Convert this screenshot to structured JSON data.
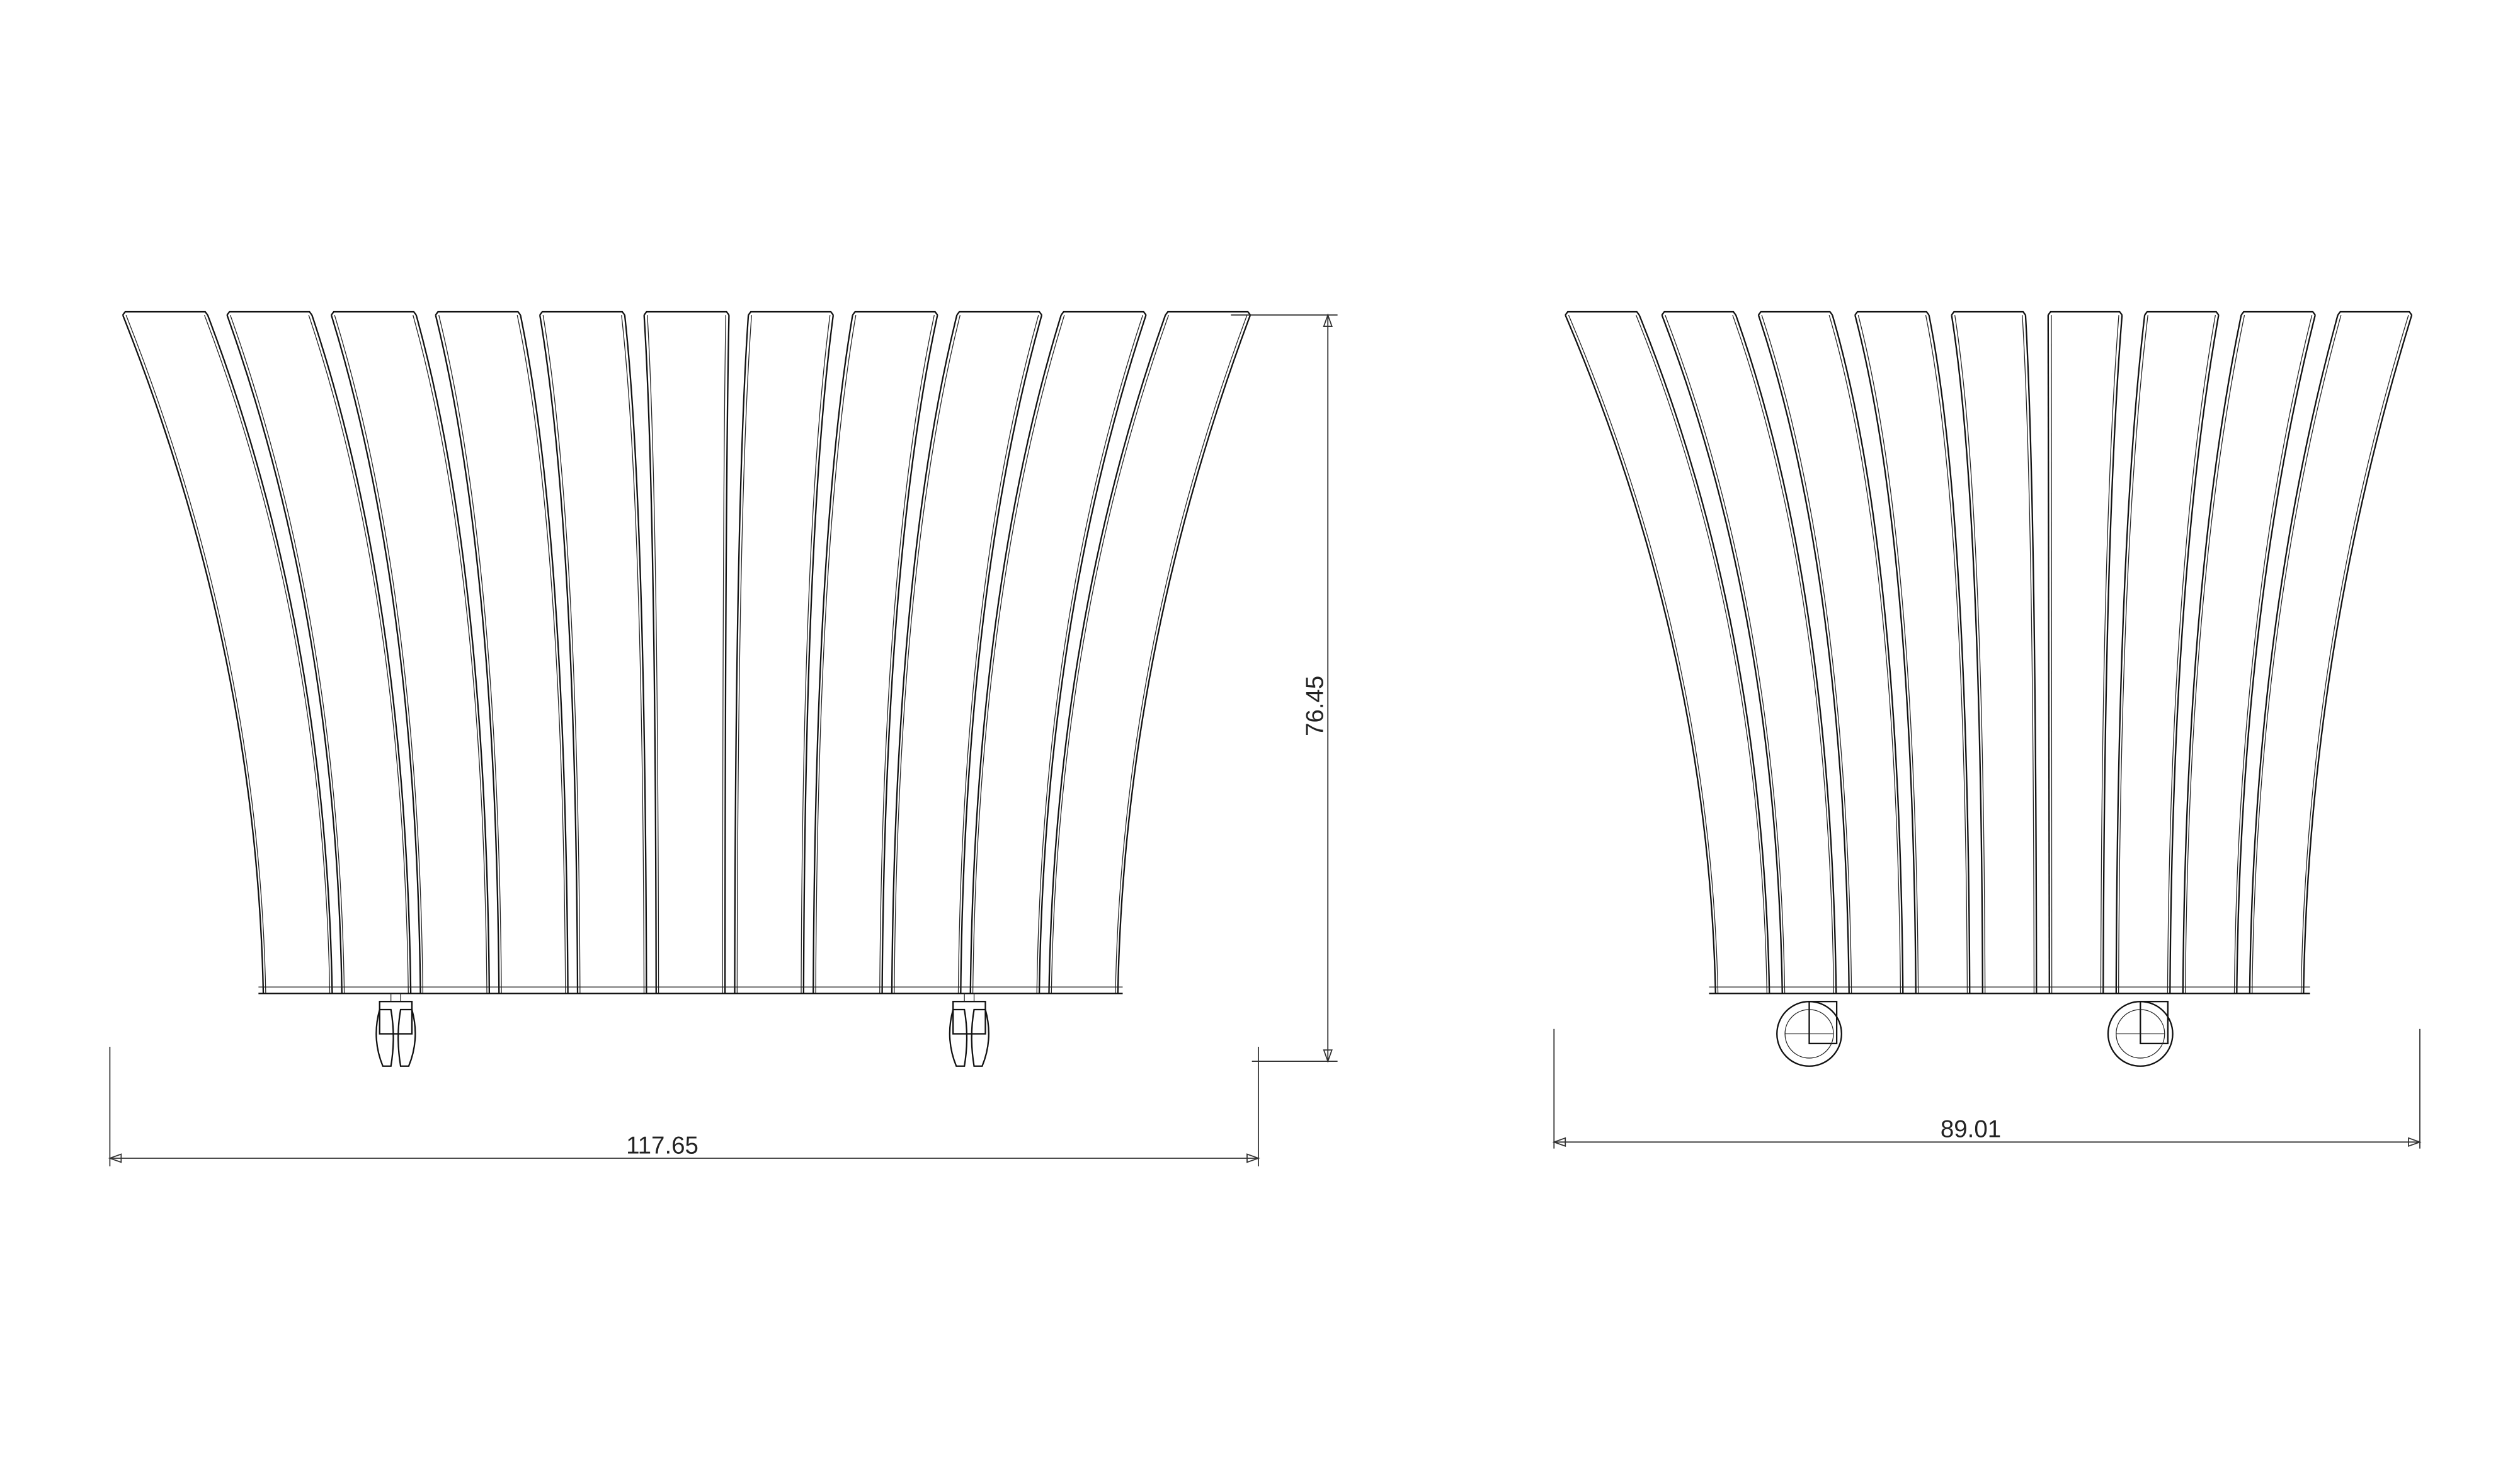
{
  "drawing": {
    "front_view": {
      "width_label": "117.65",
      "height_label": "76.45"
    },
    "side_view": {
      "width_label": "89.01"
    },
    "colors": {
      "line": "#111111",
      "background": "#ffffff"
    }
  }
}
